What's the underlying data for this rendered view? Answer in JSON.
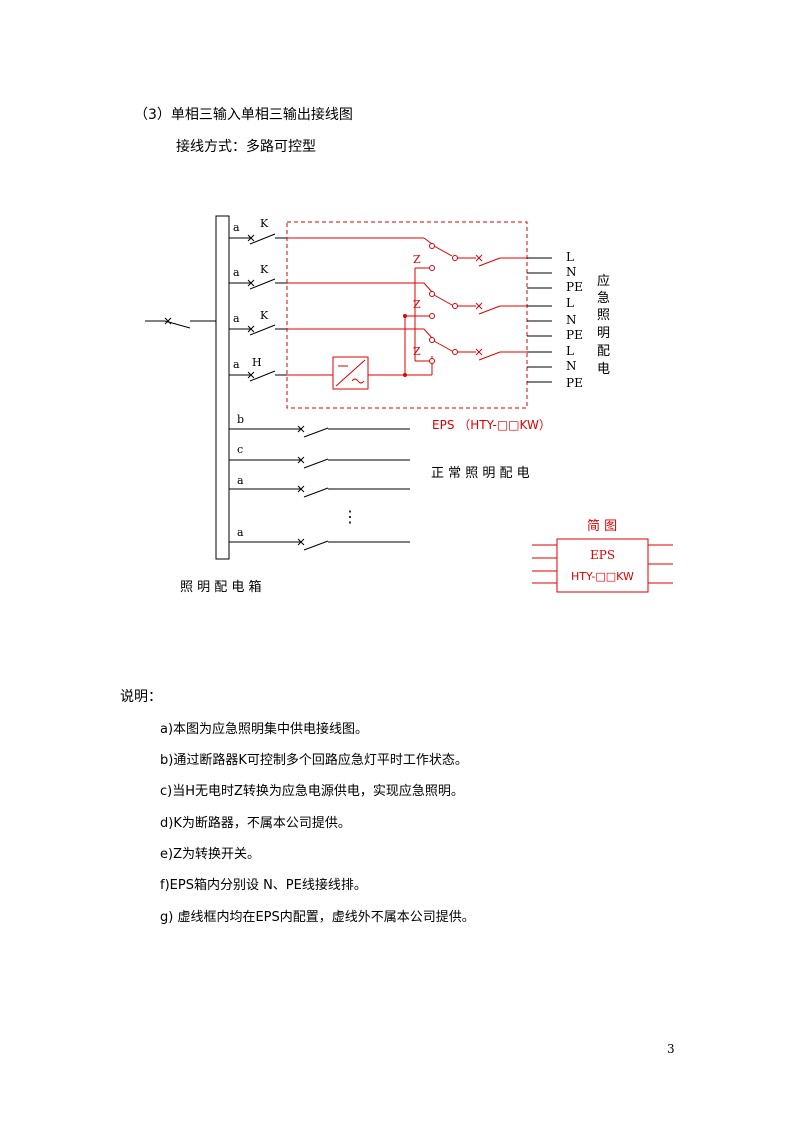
{
  "heading": "（3）单相三输入单相三输出接线图",
  "subheading": "接线方式：多路可控型",
  "diagram": {
    "bus_labels": [
      "a",
      "a",
      "a",
      "a"
    ],
    "breaker_labels": [
      "K",
      "K",
      "K",
      "H"
    ],
    "branch_labels": [
      "b",
      "c",
      "a",
      "a"
    ],
    "z_labels": [
      "Z",
      "Z",
      "Z"
    ],
    "out_terminals": [
      "L",
      "N",
      "PE",
      "L",
      "N",
      "PE",
      "L",
      "N",
      "PE"
    ],
    "emergency_side": [
      "应",
      "急",
      "照",
      "明",
      "配",
      "电"
    ],
    "eps_label": "EPS （HTY-□□KW）",
    "normal_label": "正 常 照 明 配 电",
    "box_label": "照 明 配 电 箱",
    "ellipsis": "⋮",
    "simple_title": "简 图",
    "simple_line1": "EPS",
    "simple_line2": "HTY-□□KW"
  },
  "notes_title": "说明：",
  "notes": [
    "a)本图为应急照明集中供电接线图。",
    "b)通过断路器K可控制多个回路应急灯平时工作状态。",
    "c)当H无电时Z转换为应急电源供电，实现应急照明。",
    "d)K为断路器，不属本公司提供。",
    "e)Z为转换开关。",
    "f)EPS箱内分别设 N、PE线接线排。",
    "g) 虚线框内均在EPS内配置，虚线外不属本公司提供。"
  ],
  "page_number": "3",
  "colors": {
    "accent": "#e00000",
    "ink": "#000000"
  }
}
